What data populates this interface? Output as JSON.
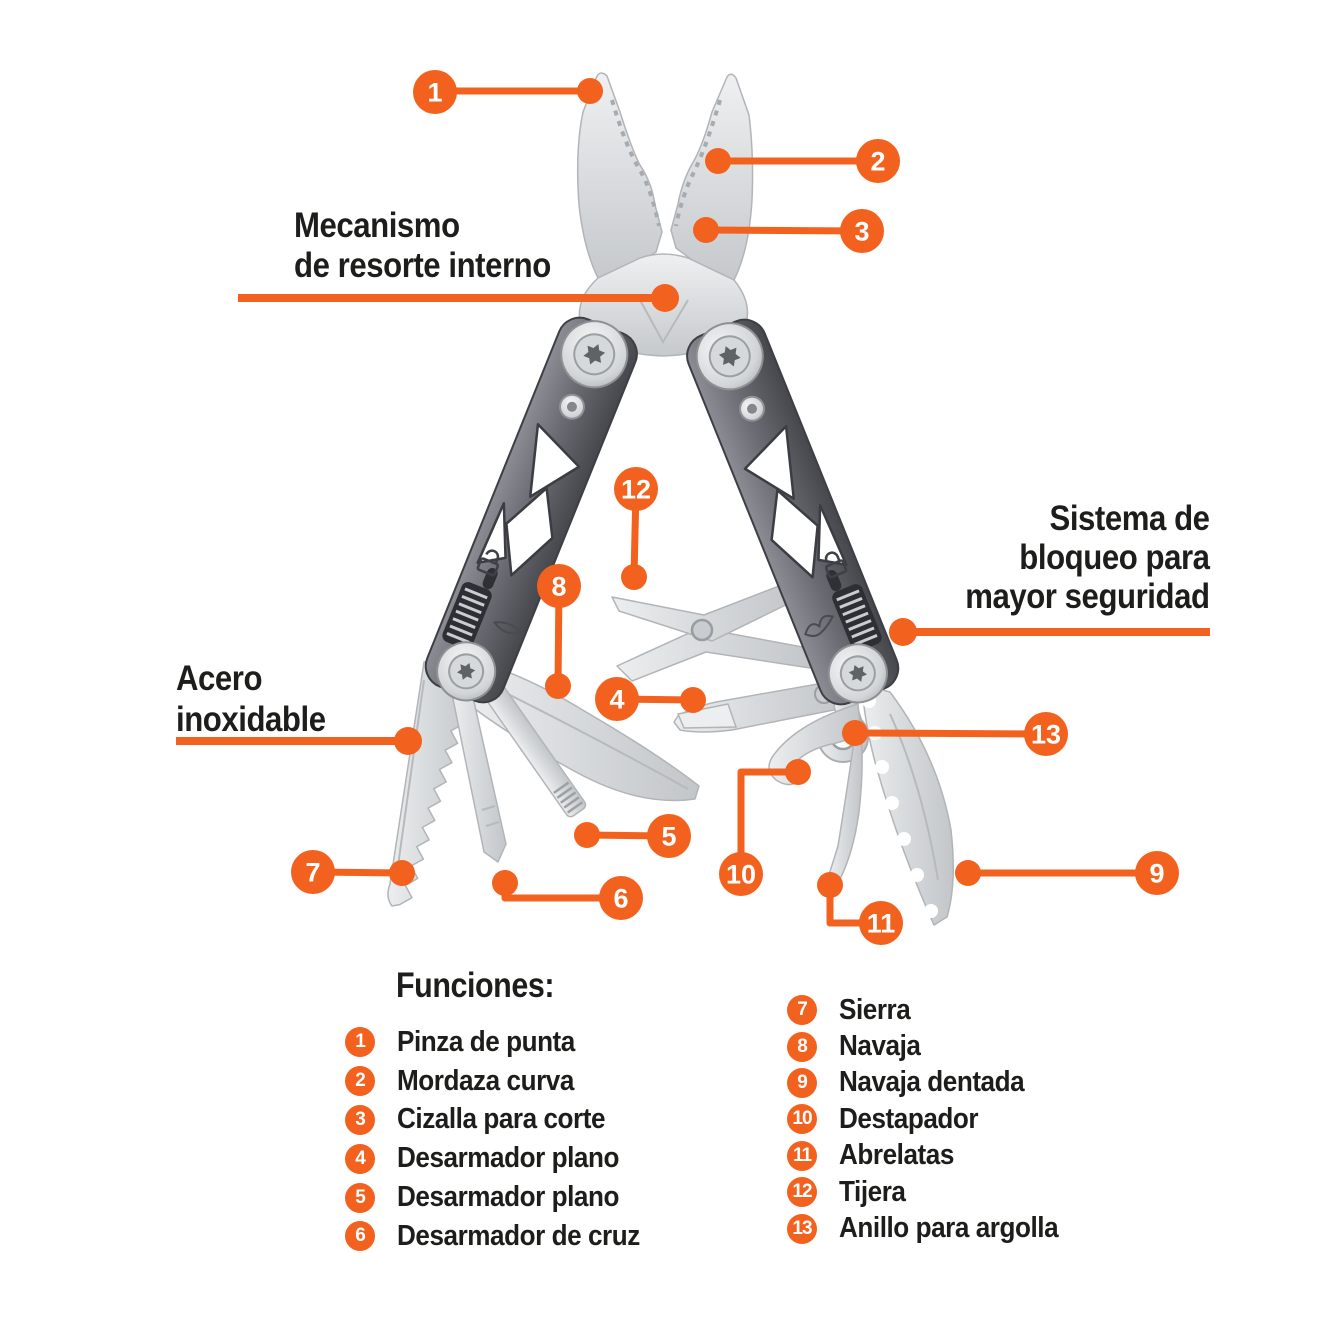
{
  "labels": {
    "mecanismo": [
      "Mecanismo",
      "de resorte interno"
    ],
    "sistema": [
      "Sistema de",
      "bloqueo para",
      "mayor seguridad"
    ],
    "acero": [
      "Acero",
      "inoxidable"
    ]
  },
  "callouts": {
    "c1": "1",
    "c2": "2",
    "c3": "3",
    "c4": "4",
    "c5": "5",
    "c6": "6",
    "c7": "7",
    "c8": "8",
    "c9": "9",
    "c10": "10",
    "c11": "11",
    "c12": "12",
    "c13": "13"
  },
  "legend": {
    "title": "Funciones:",
    "left": [
      {
        "num": "1",
        "label": "Pinza de punta"
      },
      {
        "num": "2",
        "label": "Mordaza curva"
      },
      {
        "num": "3",
        "label": "Cizalla para corte"
      },
      {
        "num": "4",
        "label": "Desarmador plano"
      },
      {
        "num": "5",
        "label": "Desarmador plano"
      },
      {
        "num": "6",
        "label": "Desarmador de cruz"
      }
    ],
    "right": [
      {
        "num": "7",
        "label": "Sierra"
      },
      {
        "num": "8",
        "label": "Navaja"
      },
      {
        "num": "9",
        "label": "Navaja dentada"
      },
      {
        "num": "10",
        "label": "Destapador"
      },
      {
        "num": "11",
        "label": "Abrelatas"
      },
      {
        "num": "12",
        "label": "Tijera"
      },
      {
        "num": "13",
        "label": "Anillo para argolla"
      }
    ]
  },
  "colors": {
    "accent": "#f3611e",
    "text": "#1d1d1b",
    "handle_gray": "#63646b",
    "steel": "#d8dadd",
    "background": "#ffffff"
  }
}
